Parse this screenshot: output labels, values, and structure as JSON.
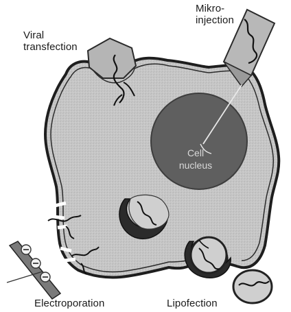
{
  "labels": {
    "viral_line1": "Viral",
    "viral_line2": "transfection",
    "micro_line1": "Mikro-",
    "micro_line2": "injection",
    "nucleus_line1": "Cell",
    "nucleus_line2": "nucleus",
    "electroporation": "Electroporation",
    "lipofection": "Lipofection"
  },
  "colors": {
    "cytoplasm": "#c4c4c4",
    "membrane": "#1e1e1e",
    "nucleus": "#5f5f5f",
    "virus": "#b5b5b5",
    "endosome": "#2b2b2b",
    "liposome": "#cfcfcf",
    "needle": "#b8b8b8",
    "electrode": "#7a7a7a"
  },
  "icons": {
    "electrode_sign": "minus-sign"
  }
}
